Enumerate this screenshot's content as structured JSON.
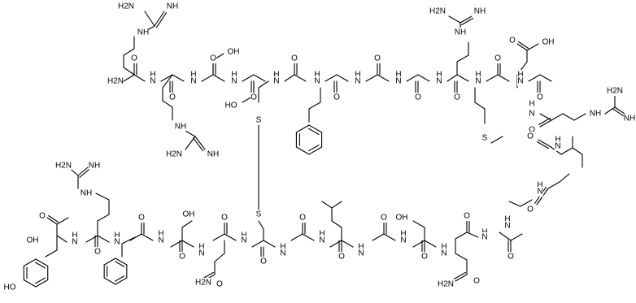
{
  "figure": {
    "kind": "chemical-structure",
    "colors": {
      "bond": "#000000",
      "background": "#ffffff"
    },
    "labels": {
      "nh2": "NH2",
      "h2n": "H2N",
      "nh": "NH",
      "hn": "HN",
      "n": "N",
      "h": "H",
      "o": "O",
      "oh": "OH",
      "ho": "HO",
      "s": "S"
    }
  }
}
